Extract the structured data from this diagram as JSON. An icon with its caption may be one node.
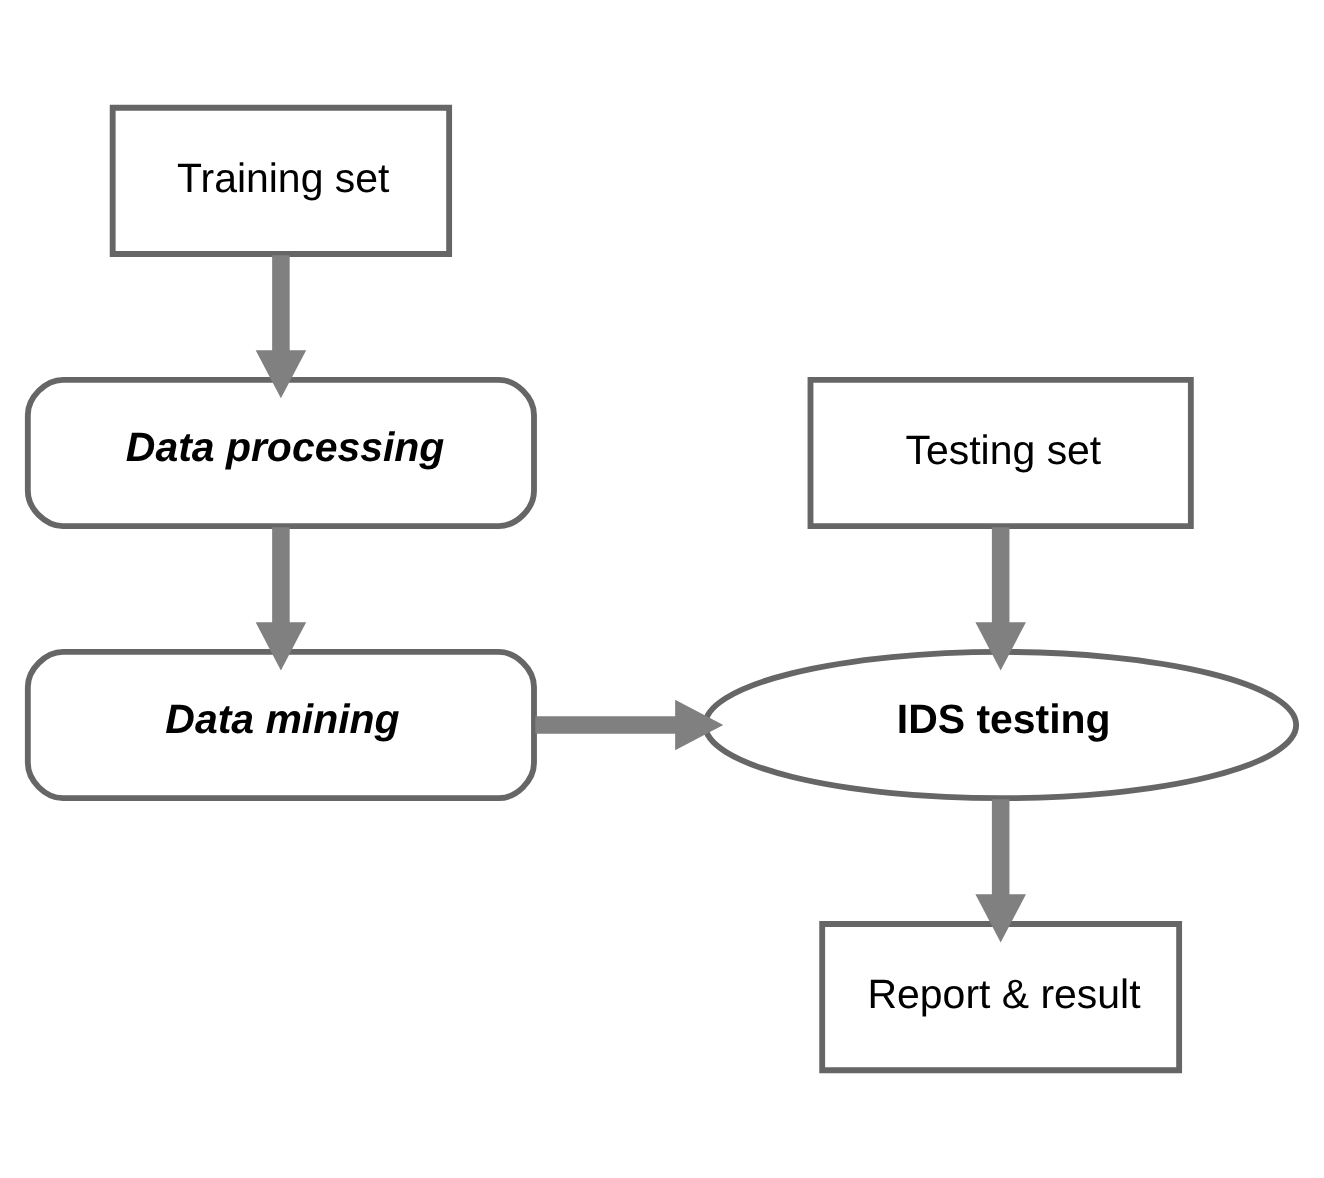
{
  "diagram": {
    "nodes": [
      {
        "text": [
          "Training set"
        ]
      },
      {
        "text": [
          "Data processing"
        ]
      },
      {
        "text": [
          "Data mining"
        ]
      },
      {
        "text": [
          "Testing set"
        ]
      },
      {
        "text": [
          "IDS testing"
        ]
      },
      {
        "text": [
          "Report & result"
        ]
      }
    ],
    "edges": [
      {
        "from": 0,
        "to": 1,
        "arrow": "to"
      },
      {
        "from": 1,
        "to": 2,
        "arrow": "to"
      },
      {
        "from": 2,
        "to": 4,
        "arrow": "to"
      },
      {
        "from": 3,
        "to": 4,
        "arrow": "to"
      },
      {
        "from": 4,
        "to": 5,
        "arrow": "to"
      }
    ]
  }
}
